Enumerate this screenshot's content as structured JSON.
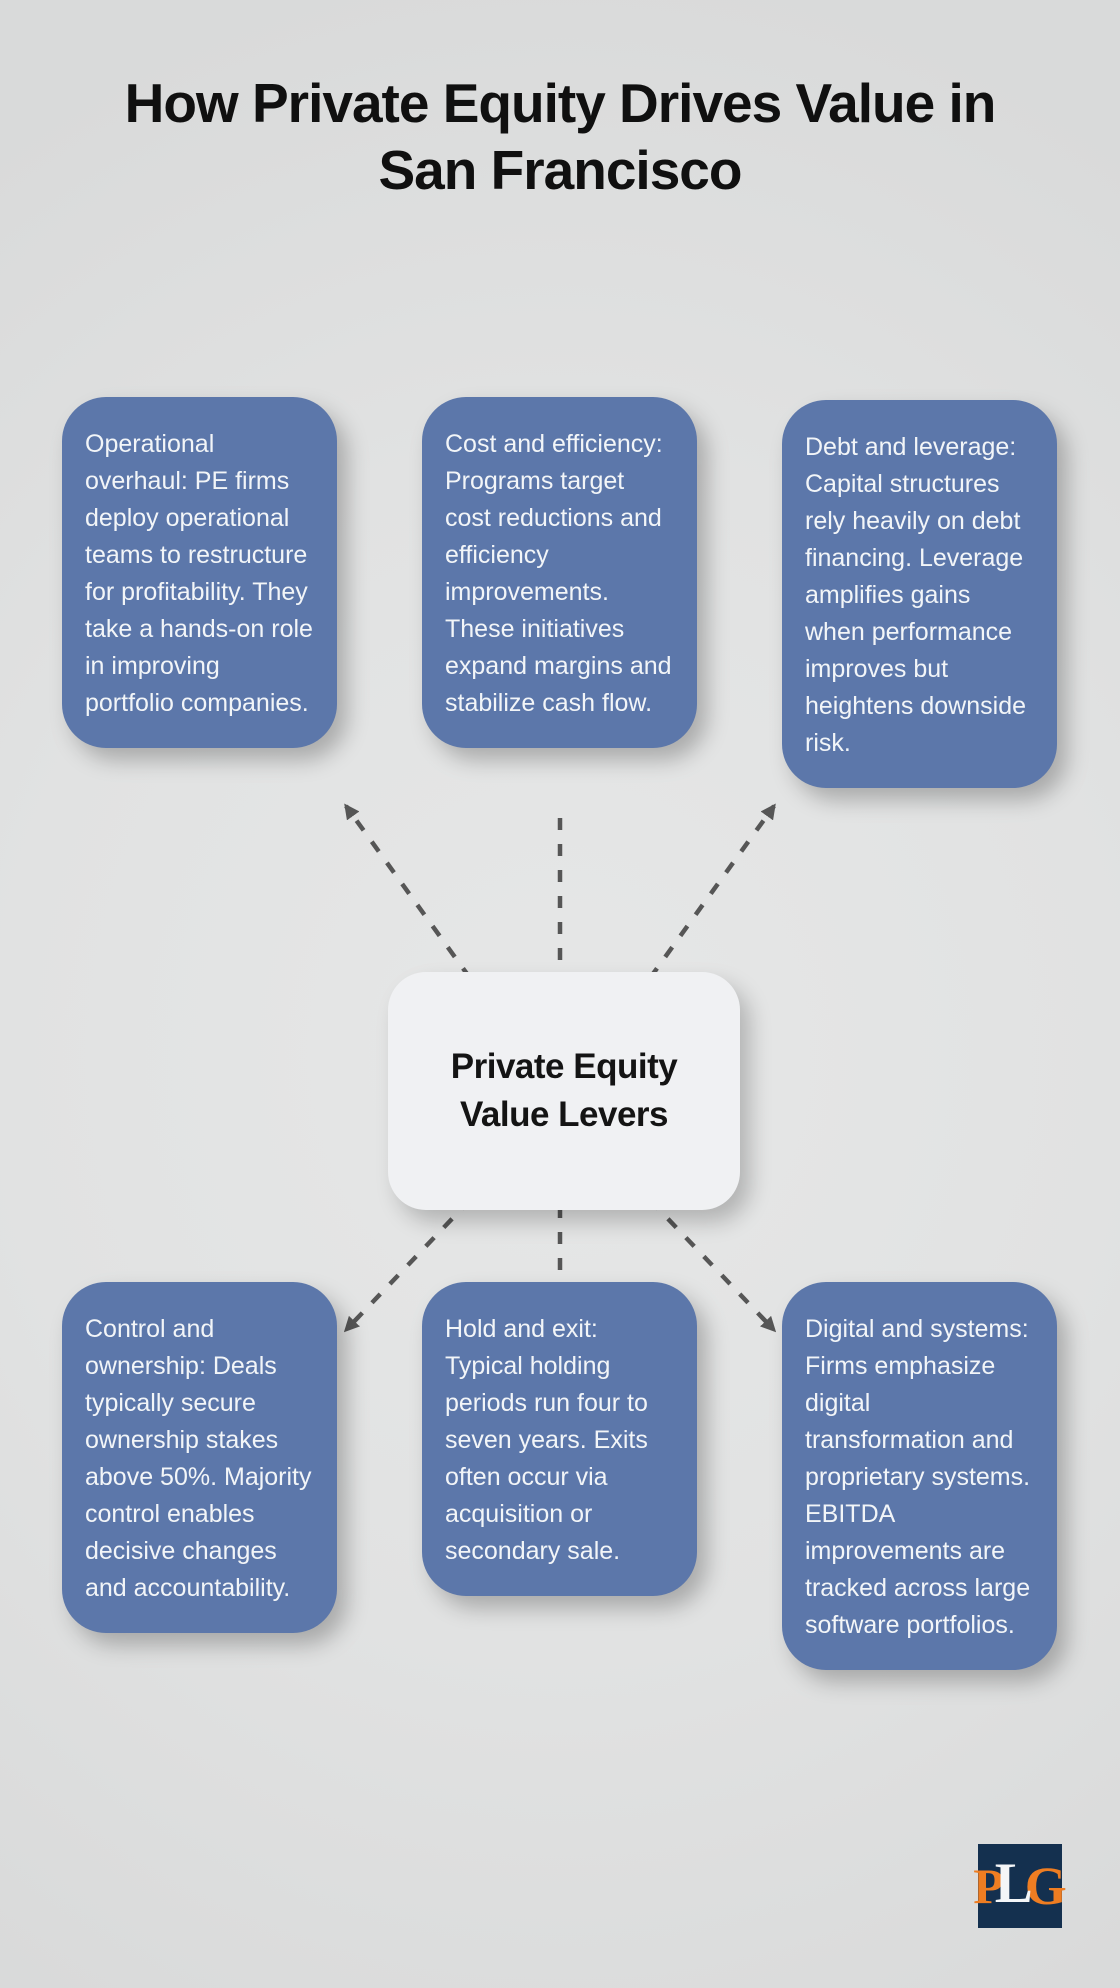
{
  "title": "How Private Equity Drives Value in San Francisco",
  "center": {
    "label": "Private Equity Value Levers"
  },
  "nodes": [
    {
      "id": "operational-overhaul",
      "text": "Operational overhaul: PE firms deploy operational teams to restructure for profitability. They take a hands-on role in improving portfolio companies."
    },
    {
      "id": "cost-efficiency",
      "text": "Cost and efficiency: Programs target cost reductions and efficiency improvements. These initiatives expand margins and stabilize cash flow."
    },
    {
      "id": "debt-leverage",
      "text": "Debt and leverage: Capital structures rely heavily on debt financing. Leverage amplifies gains when performance improves but heightens downside risk."
    },
    {
      "id": "control-ownership",
      "text": "Control and ownership: Deals typically secure ownership stakes above 50%. Majority control enables decisive changes and accountability."
    },
    {
      "id": "hold-exit",
      "text": "Hold and exit: Typical holding periods run four to seven years. Exits often occur via acquisition or secondary sale."
    },
    {
      "id": "digital-systems",
      "text": "Digital and systems: Firms emphasize digital transformation and proprietary systems. EBITDA improvements are tracked across large software portfolios."
    }
  ],
  "logo": {
    "letters": [
      "P",
      "L",
      "G"
    ]
  },
  "colors": {
    "background": "#e0e1e1",
    "node_fill": "#5c77aa",
    "node_text": "#f2f5f8",
    "center_fill": "#f0f1f3",
    "connector": "#565656",
    "title_text": "#101010",
    "logo_background": "#14304f",
    "logo_orange": "#ee7d22",
    "logo_white": "#f4f6f8"
  }
}
